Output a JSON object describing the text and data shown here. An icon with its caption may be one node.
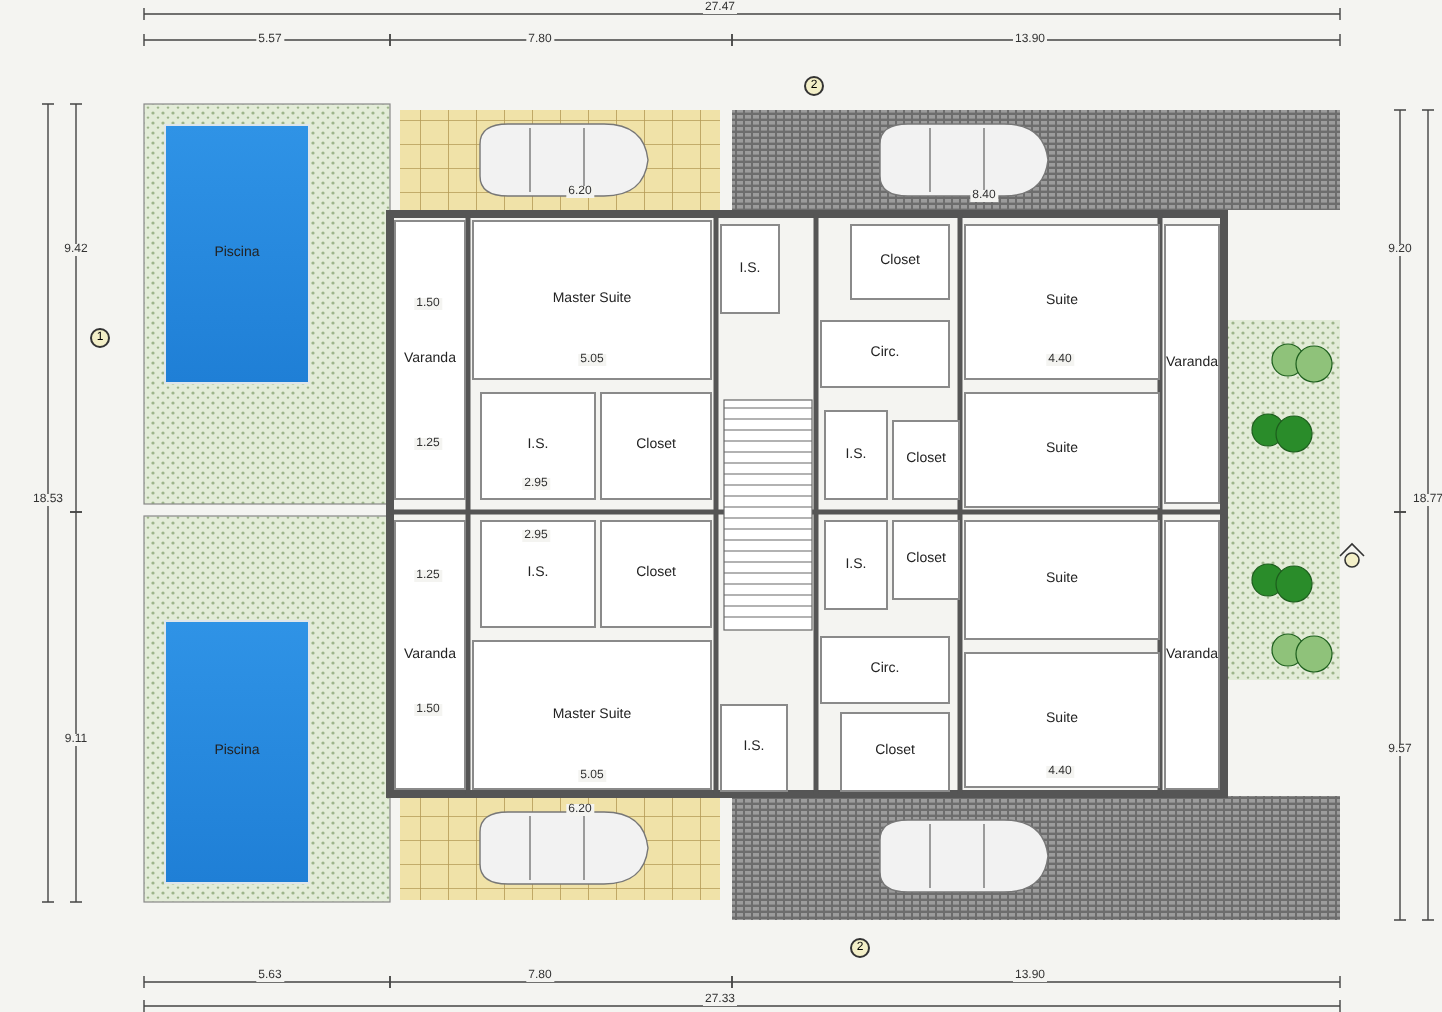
{
  "diagram": {
    "nodes": [
      {
        "text": [
          "Piscina"
        ]
      },
      {
        "text": [
          "Piscina"
        ]
      },
      {
        "text": [
          "Varanda"
        ]
      },
      {
        "text": [
          "Master Suite"
        ]
      },
      {
        "text": [
          "I.S."
        ]
      },
      {
        "text": [
          "Closet"
        ]
      },
      {
        "text": [
          "I.S."
        ]
      },
      {
        "text": [
          "Closet"
        ]
      },
      {
        "text": [
          "Varanda"
        ]
      },
      {
        "text": [
          "Master Suite"
        ]
      },
      {
        "text": [
          "I.S."
        ]
      },
      {
        "text": [
          "Closet"
        ]
      },
      {
        "text": [
          "Circ."
        ]
      },
      {
        "text": [
          "Suite"
        ]
      },
      {
        "text": [
          "Suite"
        ]
      },
      {
        "text": [
          "I.S."
        ]
      },
      {
        "text": [
          "Closet"
        ]
      },
      {
        "text": [
          "I.S."
        ]
      },
      {
        "text": [
          "Closet"
        ]
      },
      {
        "text": [
          "Suite"
        ]
      },
      {
        "text": [
          "Suite"
        ]
      },
      {
        "text": [
          "Circ."
        ]
      },
      {
        "text": [
          "I.S."
        ]
      },
      {
        "text": [
          "Closet"
        ]
      },
      {
        "text": [
          "Varanda"
        ]
      },
      {
        "text": [
          "Varanda"
        ]
      }
    ],
    "labels": [
      "27.47",
      "5.57",
      "7.80",
      "13.90",
      "2",
      "6.20",
      "8.40",
      "18.53",
      "9.42",
      "9.11",
      "1",
      "1.50",
      "5.05",
      "1.25",
      "2.95",
      "1.25",
      "2.95",
      "1.50",
      "5.05",
      "4.40",
      "4.40",
      "18.77",
      "9.20",
      "9.57",
      "6.20",
      "2",
      "5.63",
      "7.80",
      "13.90",
      "27.33"
    ]
  }
}
